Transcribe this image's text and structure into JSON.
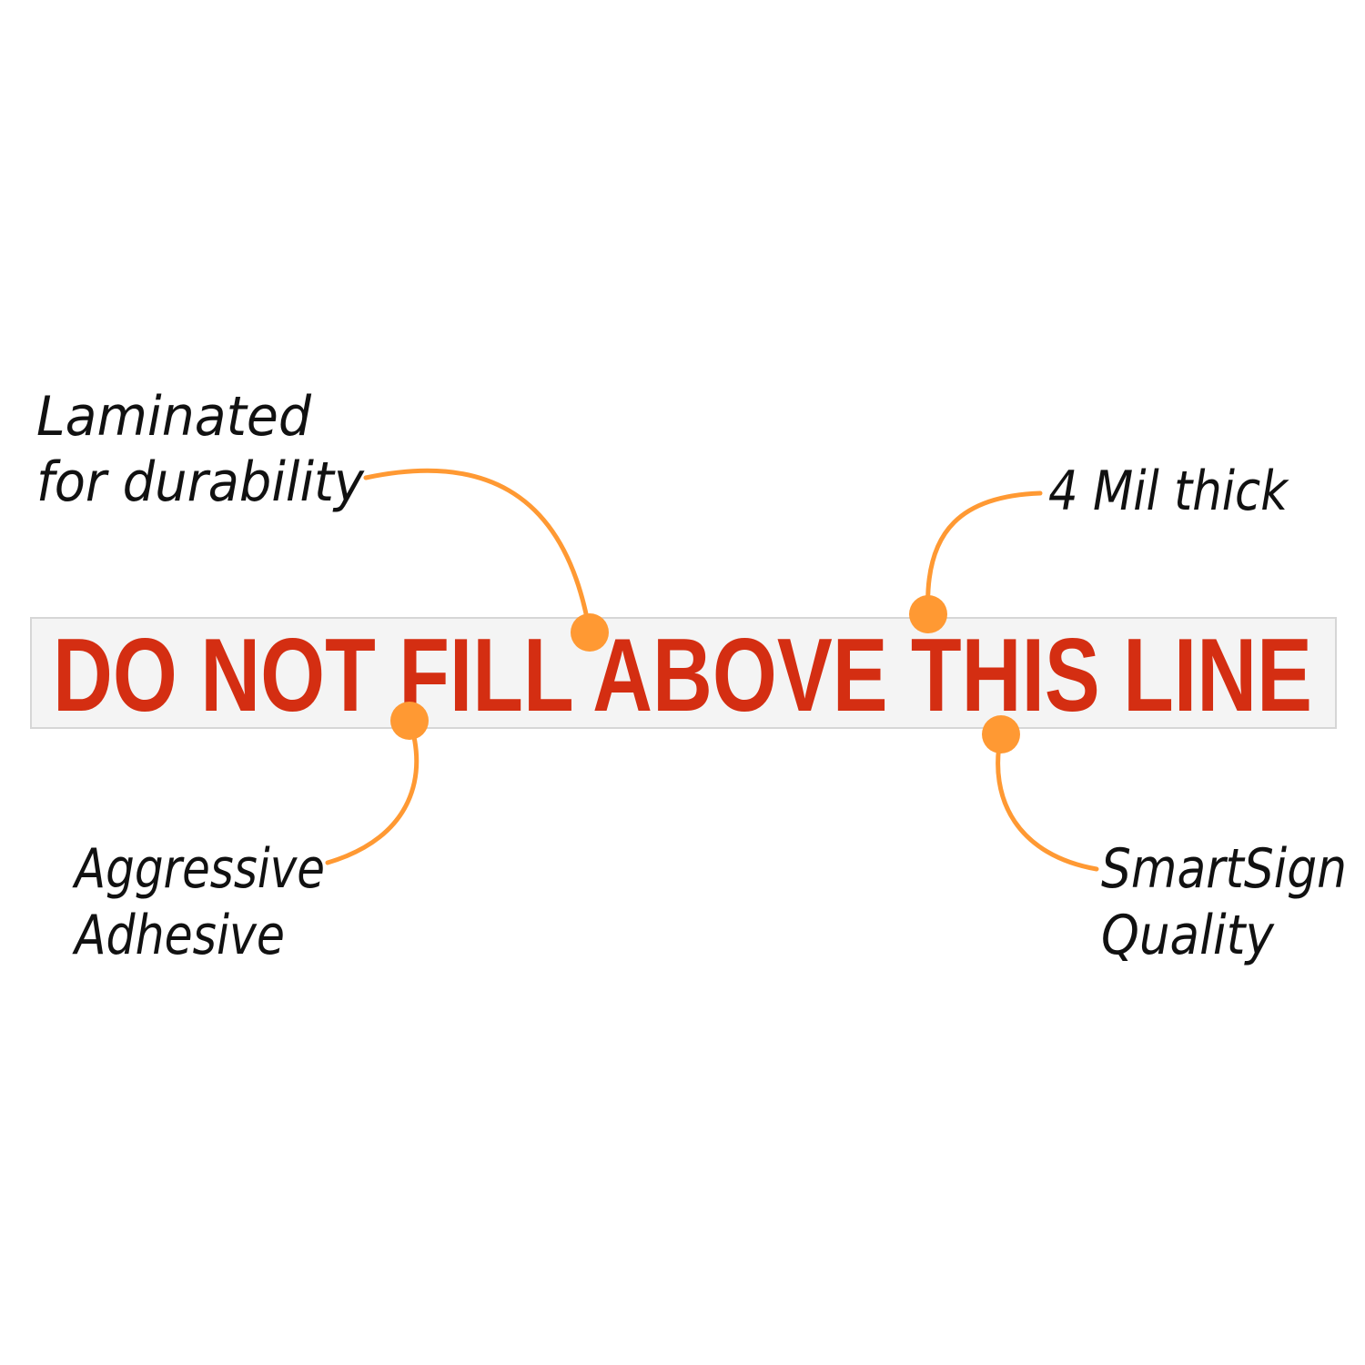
{
  "sign": {
    "text": "DO NOT FILL ABOVE THIS LINE"
  },
  "callouts": {
    "laminated": {
      "line1": "Laminated",
      "line2": "for durability"
    },
    "thickness": {
      "line1": "4 Mil thick"
    },
    "adhesive": {
      "line1": "Aggressive",
      "line2": "Adhesive"
    },
    "quality": {
      "line1": "SmartSign",
      "line2": "Quality"
    }
  },
  "colors": {
    "sign_text": "#D42E12",
    "sign_background": "#F4F4F4",
    "sign_border": "#D6D6D6",
    "accent": "#FF9933",
    "callout_text": "#111111"
  }
}
